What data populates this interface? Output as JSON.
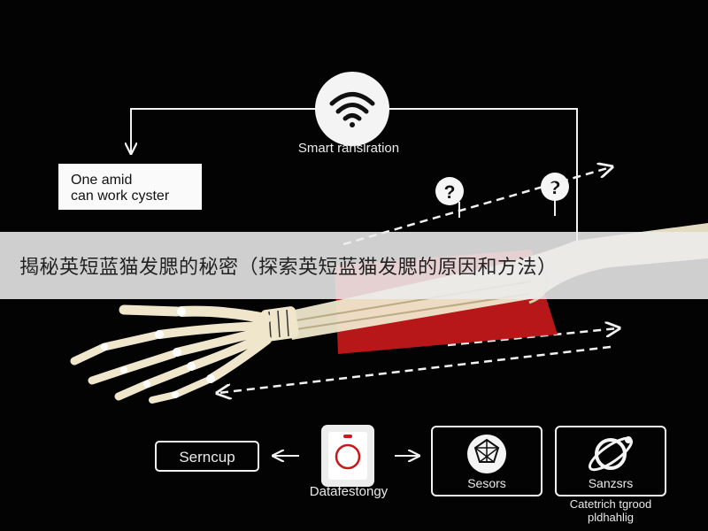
{
  "diagram": {
    "wifi_label": "Smart ranslration",
    "note_line1": "One amid",
    "note_line2": "can work cyster",
    "question_mark": "?",
    "setup_label": "Serncup",
    "phone_label": "Datafestongy",
    "sensor1_label": "Sesors",
    "sensor2_label": "Sanzsrs",
    "sensor2_caption1": "Catetrich tgrood",
    "sensor2_caption2": "pldhahlig",
    "colors": {
      "bone": "#efe6cc",
      "highlight": "#c8191c",
      "line": "#f2f2f2"
    }
  },
  "banner": {
    "text": "揭秘英短蓝猫发腮的秘密（探索英短蓝猫发腮的原因和方法）"
  }
}
